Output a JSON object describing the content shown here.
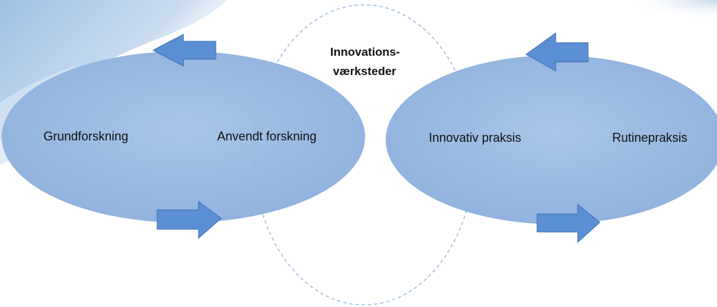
{
  "diagram": {
    "center_label_line1": "Innovations-",
    "center_label_line2": "værksteder",
    "left_cycle": {
      "left_label": "Grundforskning",
      "right_label": "Anvendt forskning"
    },
    "right_cycle": {
      "left_label": "Innovativ praksis",
      "right_label": "Rutinepraksis"
    }
  },
  "colors": {
    "ellipse_fill": "#9dbbe2",
    "ellipse_edge": "#8fb0da",
    "arrow_fill": "#5b8fd3",
    "arrow_stroke": "#3f6fb0",
    "dashed_ring": "#8fb5dd",
    "background_swoosh": "#a9c7e4"
  }
}
